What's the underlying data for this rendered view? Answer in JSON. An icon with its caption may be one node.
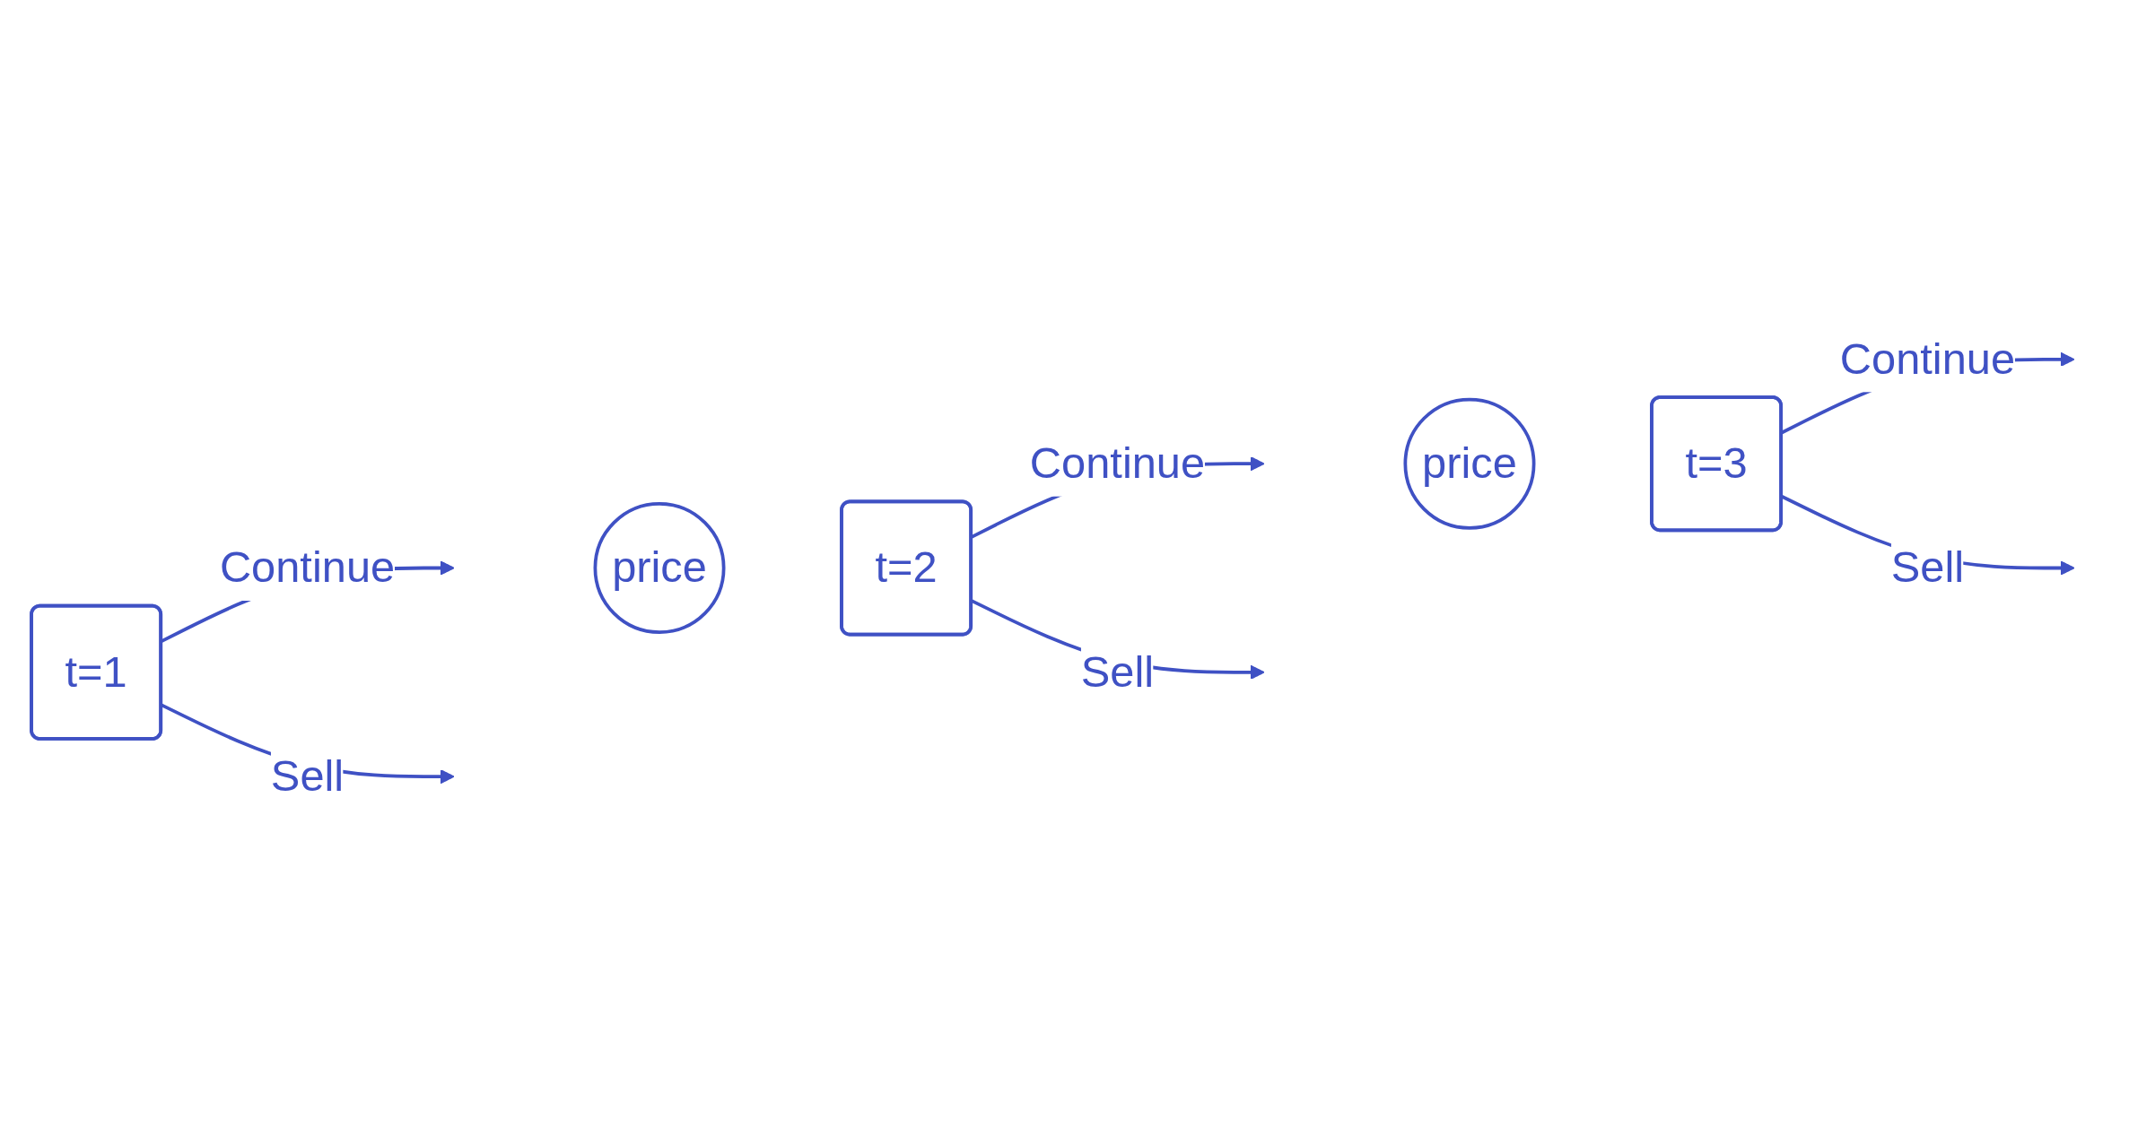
{
  "diagram": {
    "nodes": [
      {
        "text": [
          "t=1"
        ]
      },
      {
        "text": [
          "price"
        ]
      },
      {
        "text": [
          "t=2"
        ]
      },
      {
        "text": [
          "price"
        ]
      },
      {
        "text": [
          "t=3"
        ]
      }
    ],
    "edges": [
      {
        "from": 0,
        "to": null,
        "arrow": "to",
        "label": "Continue"
      },
      {
        "from": 0,
        "to": null,
        "arrow": "to",
        "label": "Sell"
      },
      {
        "from": 2,
        "to": null,
        "arrow": "to",
        "label": "Continue"
      },
      {
        "from": 2,
        "to": null,
        "arrow": "to",
        "label": "Sell"
      },
      {
        "from": 4,
        "to": null,
        "arrow": "to",
        "label": "Continue"
      },
      {
        "from": 4,
        "to": null,
        "arrow": "to",
        "label": "Sell"
      }
    ]
  }
}
